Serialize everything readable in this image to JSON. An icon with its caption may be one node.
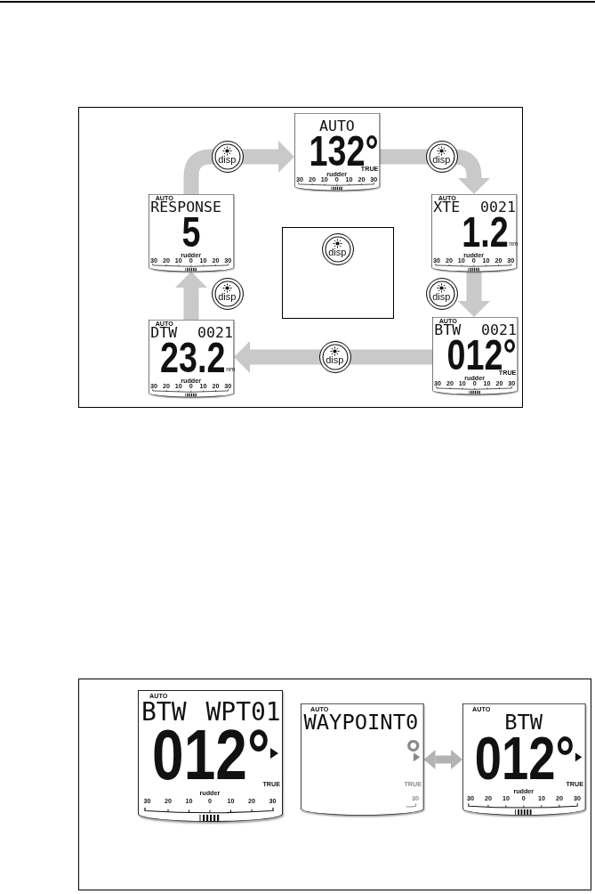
{
  "diagram": {
    "nodes": [
      {
        "text": [
          "AUTO",
          "132°",
          "TRUE",
          "rudder",
          "30",
          "20",
          "10",
          "0",
          "10",
          "20",
          "30"
        ]
      },
      {
        "text": [
          "AUTO",
          "RESPONSE",
          "5",
          "rudder",
          "30",
          "20",
          "10",
          "0",
          "10",
          "20",
          "30"
        ]
      },
      {
        "text": [
          "AUTO",
          "XTE 0021",
          "1.2",
          "nm",
          "rudder",
          "30",
          "20",
          "10",
          "0",
          "10",
          "20",
          "30"
        ]
      },
      {
        "text": [
          "disp"
        ]
      },
      {
        "text": [
          "AUTO",
          "DTW 0021",
          "23.2",
          "nm",
          "rudder",
          "30",
          "20",
          "10",
          "0",
          "10",
          "20",
          "30"
        ]
      },
      {
        "text": [
          "AUTO",
          "BTW 0021",
          "012°",
          "TRUE",
          "rudder",
          "30",
          "20",
          "10",
          "0",
          "10",
          "20",
          "30"
        ]
      },
      {
        "text": [
          "AUTO",
          "BTW WPT01",
          "012°",
          "TRUE",
          "rudder",
          "30",
          "20",
          "10",
          "0",
          "10",
          "20",
          "30"
        ]
      },
      {
        "text": [
          "AUTO",
          "WAYPOINT0",
          "°",
          "TRUE",
          "30"
        ]
      },
      {
        "text": [
          "AUTO",
          "BTW",
          "012°",
          "TRUE",
          "rudder",
          "30",
          "20",
          "10",
          "0",
          "10",
          "20",
          "30"
        ]
      }
    ],
    "edges": [
      {
        "from": 0,
        "to": 2,
        "arrow": "to",
        "label": "disp"
      },
      {
        "from": 2,
        "to": 5,
        "arrow": "to",
        "label": "disp"
      },
      {
        "from": 5,
        "to": 4,
        "arrow": "to",
        "label": "disp"
      },
      {
        "from": 4,
        "to": 1,
        "arrow": "to",
        "label": "disp"
      },
      {
        "from": 1,
        "to": 0,
        "arrow": "to",
        "label": "disp"
      },
      {
        "from": 7,
        "to": 8,
        "arrow": "both"
      }
    ]
  }
}
